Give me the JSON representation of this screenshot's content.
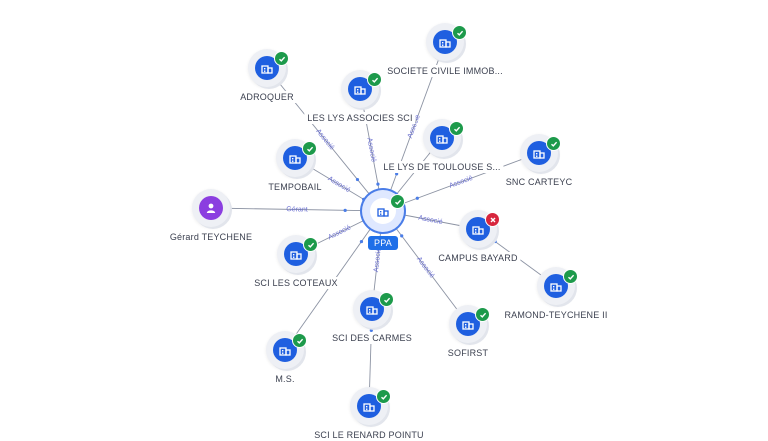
{
  "center": {
    "id": "ppa",
    "label": "PPA",
    "icon": "building-icon"
  },
  "nodes": [
    {
      "id": "adroquer",
      "label": "ADROQUER",
      "type": "company",
      "status": "active"
    },
    {
      "id": "les-lys",
      "label": "LES LYS ASSOCIES SCI",
      "type": "company",
      "status": "active"
    },
    {
      "id": "societe-civile",
      "label": "SOCIETE CIVILE IMMOB...",
      "type": "company",
      "status": "active"
    },
    {
      "id": "tempobail",
      "label": "TEMPOBAIL",
      "type": "company",
      "status": "active"
    },
    {
      "id": "le-lys-toulouse",
      "label": "LE LYS DE TOULOUSE S...",
      "type": "company",
      "status": "active"
    },
    {
      "id": "snc-carteyc",
      "label": "SNC CARTEYC",
      "type": "company",
      "status": "active"
    },
    {
      "id": "gerard",
      "label": "Gérard TEYCHENE",
      "type": "person",
      "status": "none"
    },
    {
      "id": "campus-bayard",
      "label": "CAMPUS BAYARD",
      "type": "company",
      "status": "inactive"
    },
    {
      "id": "sci-coteaux",
      "label": "SCI LES COTEAUX",
      "type": "company",
      "status": "active"
    },
    {
      "id": "ramond",
      "label": "RAMOND-TEYCHENE II",
      "type": "company",
      "status": "active"
    },
    {
      "id": "sci-carmes",
      "label": "SCI DES CARMES",
      "type": "company",
      "status": "active"
    },
    {
      "id": "sofirst",
      "label": "SOFIRST",
      "type": "company",
      "status": "active"
    },
    {
      "id": "ms",
      "label": "M.S.",
      "type": "company",
      "status": "active"
    },
    {
      "id": "renard",
      "label": "SCI LE RENARD POINTU",
      "type": "company",
      "status": "active"
    }
  ],
  "edges": [
    {
      "from": "adroquer",
      "to": "ppa",
      "label": "Associé"
    },
    {
      "from": "les-lys",
      "to": "ppa",
      "label": "Associé"
    },
    {
      "from": "societe-civile",
      "to": "ppa",
      "label": "Associé"
    },
    {
      "from": "tempobail",
      "to": "ppa",
      "label": "Associé"
    },
    {
      "from": "le-lys-toulouse",
      "to": "ppa",
      "label": ""
    },
    {
      "from": "snc-carteyc",
      "to": "ppa",
      "label": "Associé"
    },
    {
      "from": "gerard",
      "to": "ppa",
      "label": "Gérant"
    },
    {
      "from": "campus-bayard",
      "to": "ppa",
      "label": "Associé"
    },
    {
      "from": "sci-coteaux",
      "to": "ppa",
      "label": "Associé"
    },
    {
      "from": "ramond",
      "to": "campus-bayard",
      "label": ""
    },
    {
      "from": "sci-carmes",
      "to": "ppa",
      "label": "Associé"
    },
    {
      "from": "sofirst",
      "to": "ppa",
      "label": "Associé"
    },
    {
      "from": "ms",
      "to": "ppa",
      "label": ""
    },
    {
      "from": "renard",
      "to": "sci-carmes",
      "label": ""
    }
  ],
  "colors": {
    "company": "#1f5fe0",
    "person": "#8b3ee0",
    "active": "#1d9a4b",
    "inactive": "#d7263d",
    "edge": "#8c93a3",
    "edge_label": "#6a6fd0"
  }
}
